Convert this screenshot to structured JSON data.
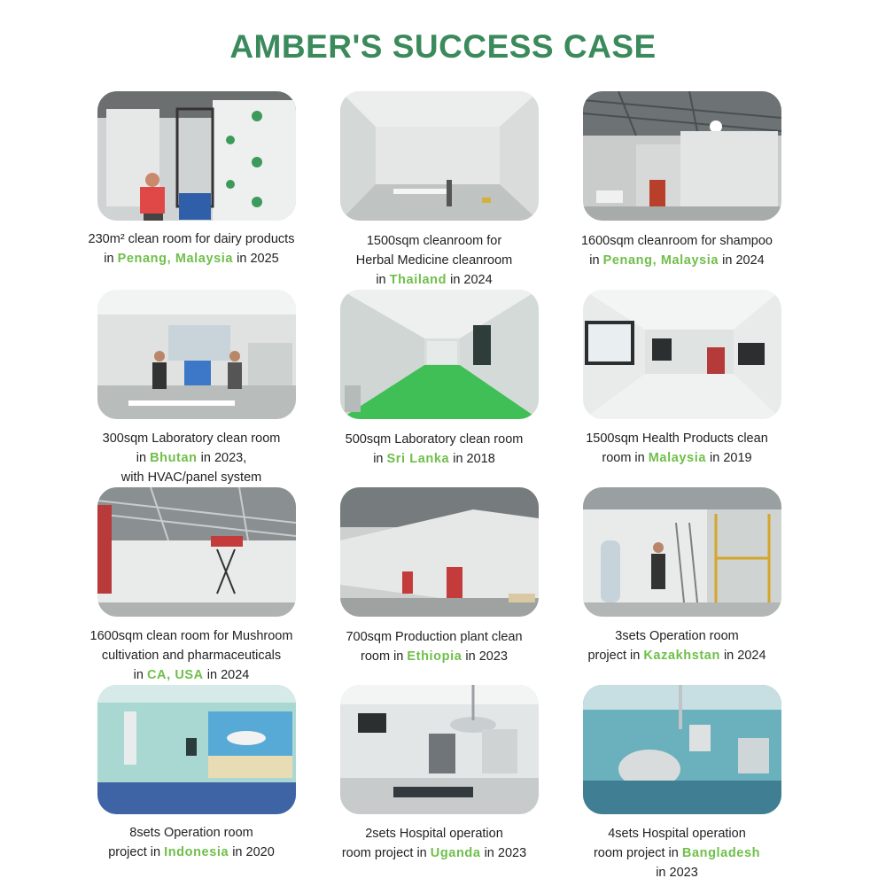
{
  "title": "AMBER'S SUCCESS CASE",
  "cases": [
    {
      "line1": "230m² clean room for dairy products",
      "pre": "in ",
      "location": "Penang, Malaysia",
      "post": " in 2025",
      "line3": ""
    },
    {
      "line1": "1500sqm cleanroom for",
      "pre": "Herbal Medicine cleanroom",
      "location": "",
      "post": "",
      "line3pre": "in ",
      "line3loc": "Thailand",
      "line3post": " in 2024"
    },
    {
      "line1": "1600sqm cleanroom for shampoo",
      "pre": "in ",
      "location": "Penang, Malaysia",
      "post": " in 2024",
      "line3": ""
    },
    {
      "line1": "300sqm Laboratory clean room",
      "pre": "in ",
      "location": "Bhutan",
      "post": " in 2023,",
      "line3": "with HVAC/panel system"
    },
    {
      "line1": "500sqm Laboratory clean room",
      "pre": "in ",
      "location": "Sri Lanka",
      "post": " in 2018",
      "line3": ""
    },
    {
      "line1": "1500sqm Health Products clean",
      "pre": "room in ",
      "location": "Malaysia",
      "post": " in 2019",
      "line3": ""
    },
    {
      "line1": "1600sqm clean room for Mushroom",
      "pre": "cultivation and pharmaceuticals",
      "location": "",
      "post": "",
      "line3pre": "in ",
      "line3loc": "CA, USA",
      "line3post": " in 2024"
    },
    {
      "line1": "700sqm Production plant clean",
      "pre": "room in ",
      "location": "Ethiopia",
      "post": " in 2023",
      "line3": ""
    },
    {
      "line1": "3sets Operation room",
      "pre": "project in ",
      "location": "Kazakhstan",
      "post": " in 2024",
      "line3": ""
    },
    {
      "line1": "8sets Operation room",
      "pre": "project in ",
      "location": "Indonesia",
      "post": " in 2020",
      "line3": ""
    },
    {
      "line1": "2sets Hospital operation",
      "pre": "room project in ",
      "location": "Uganda",
      "post": " in 2023",
      "line3": ""
    },
    {
      "line1": "4sets Hospital operation",
      "pre": "room project in ",
      "location": "Bangladesh",
      "post": "",
      "line3": "in 2023"
    }
  ],
  "colors": {
    "title": "#3b8a5c",
    "location": "#6fbf4a"
  }
}
